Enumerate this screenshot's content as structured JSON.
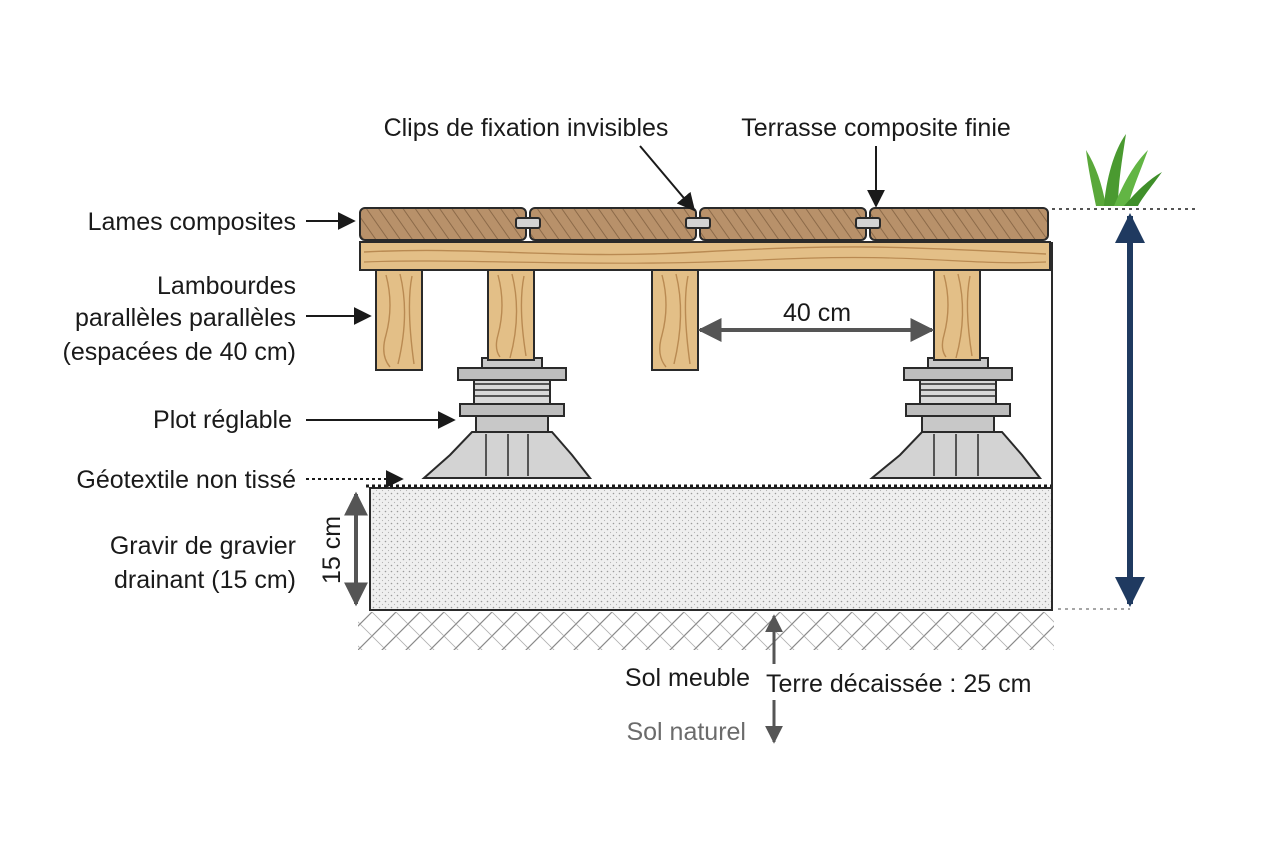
{
  "labels": {
    "clips": "Clips de fixation invisibles",
    "terrasse": "Terrasse composite finie",
    "lames": "Lames composites",
    "lambourdes_line1": "Lambourdes",
    "lambourdes_line2": "parallèles parallèles",
    "lambourdes_line3": "(espacées de 40 cm)",
    "spacing": "40 cm",
    "plot": "Plot réglable",
    "geotextile": "Géotextile non tissé",
    "gravier_line1": "Gravir de gravier",
    "gravier_line2": "drainant (15 cm)",
    "gravel_depth": "15 cm",
    "sol_meuble": "Sol meuble",
    "terre_decaissee": "Terre décaissée : 25 cm",
    "sol_naturel": "Sol naturel"
  },
  "colors": {
    "board": "#b8916a",
    "joist": "#e3bf87",
    "joist_grain": "#b98a52",
    "pedestal": "#d3d3d3",
    "outline": "#2a2a2a",
    "gravel": "#efefef",
    "grass": "#5aa83a",
    "height_arrow": "#1f3a60",
    "dim_arrow": "#555555"
  },
  "icons": {
    "grass": "grass-tuft-icon"
  }
}
